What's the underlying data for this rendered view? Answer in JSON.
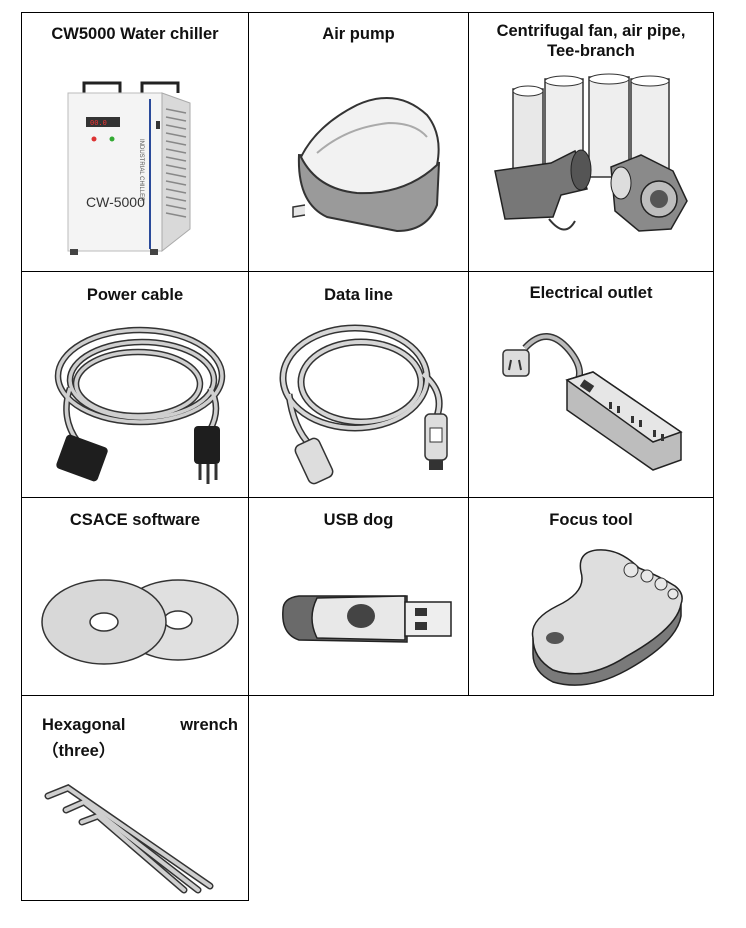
{
  "items": [
    {
      "label": "CW5000 Water chiller",
      "icon": "water-chiller-icon"
    },
    {
      "label": "Air pump",
      "icon": "air-pump-icon"
    },
    {
      "label_lines": [
        "Centrifugal fan, air pipe,",
        "Tee-branch"
      ],
      "icon": "centrifugal-fan-icon"
    },
    {
      "label": "Power cable",
      "icon": "power-cable-icon"
    },
    {
      "label": "Data line",
      "icon": "data-line-icon"
    },
    {
      "label": "Electrical outlet",
      "icon": "electrical-outlet-icon"
    },
    {
      "label": "CSACE software",
      "icon": "software-disc-icon"
    },
    {
      "label": "USB dog",
      "icon": "usb-dongle-icon"
    },
    {
      "label": "Focus tool",
      "icon": "focus-tool-icon"
    },
    {
      "label_words": [
        "Hexagonal",
        "wrench"
      ],
      "label_line2": "（three）",
      "icon": "hex-wrench-icon"
    }
  ],
  "chiller": {
    "model": "CW-5000",
    "side_text": "INDUSTRIAL CHILLER"
  }
}
